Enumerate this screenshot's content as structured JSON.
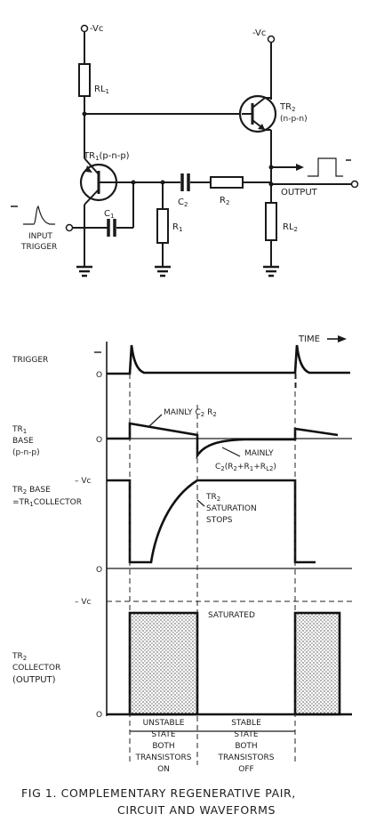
{
  "circuit": {
    "supply_left": "-Vc",
    "supply_right": "-Vc",
    "rl1": "RL",
    "rl1_sub": "1",
    "tr1": "TR",
    "tr1_sub": "1",
    "tr1_type": "(p-n-p)",
    "tr2": "TR",
    "tr2_sub": "2",
    "tr2_type": "(n-p-n)",
    "c1": "C",
    "c1_sub": "1",
    "c2": "C",
    "c2_sub": "2",
    "r1": "R",
    "r1_sub": "1",
    "r2": "R",
    "r2_sub": "2",
    "rl2": "RL",
    "rl2_sub": "2",
    "output": "OUTPUT",
    "input_line1": "INPUT",
    "input_line2": "TRIGGER"
  },
  "waveforms": {
    "time_label": "TIME",
    "zero": "O",
    "trigger": "TRIGGER",
    "tr1_base_l1": "TR",
    "tr1_base_sub": "1",
    "tr1_base_l2": "BASE",
    "tr1_base_l3": "(p-n-p)",
    "mainly_c2r2": "MAINLY C",
    "mainly_c2r2_sub": "2",
    "mainly_c2r2_tail": " R",
    "mainly_c2r2_sub2": "2",
    "mainly2": "MAINLY",
    "mainly2_expr": "C",
    "mainly2_expr_sub": "2",
    "mainly2_expr_rest": "(R",
    "mainly2_r2": "2",
    "mainly2_plus1": "+R",
    "mainly2_r1": "1",
    "mainly2_plus2": "+R",
    "mainly2_rl2": "L2",
    "mainly2_close": ")",
    "tr2_base_l1": "TR",
    "tr2_base_sub": "2",
    "tr2_base_rest": " BASE",
    "tr2_base_l2": "=TR",
    "tr2_base_l2_sub": "1",
    "tr2_base_l2_rest": "COLLECTOR",
    "vc_base": "– Vc",
    "vc_collector": "– Vc",
    "sat_stops_l1": "TR",
    "sat_stops_sub": "2",
    "sat_stops_l2": "SATURATION",
    "sat_stops_l3": "STOPS",
    "saturated": "SATURATED",
    "tr2_coll_l1": "TR",
    "tr2_coll_sub": "2",
    "tr2_coll_l2": "COLLECTOR",
    "tr2_coll_l3": "(OUTPUT)",
    "unstable_l1": "UNSTABLE",
    "unstable_l2": "STATE",
    "unstable_l3": "BOTH",
    "unstable_l4": "TRANSISTORS",
    "unstable_l5": "ON",
    "stable_l1": "STABLE",
    "stable_l2": "STATE",
    "stable_l3": "BOTH",
    "stable_l4": "TRANSISTORS",
    "stable_l5": "OFF"
  },
  "caption": {
    "line1": "FIG 1.   COMPLEMENTARY REGENERATIVE PAIR,",
    "line2": "CIRCUIT AND WAVEFORMS"
  }
}
